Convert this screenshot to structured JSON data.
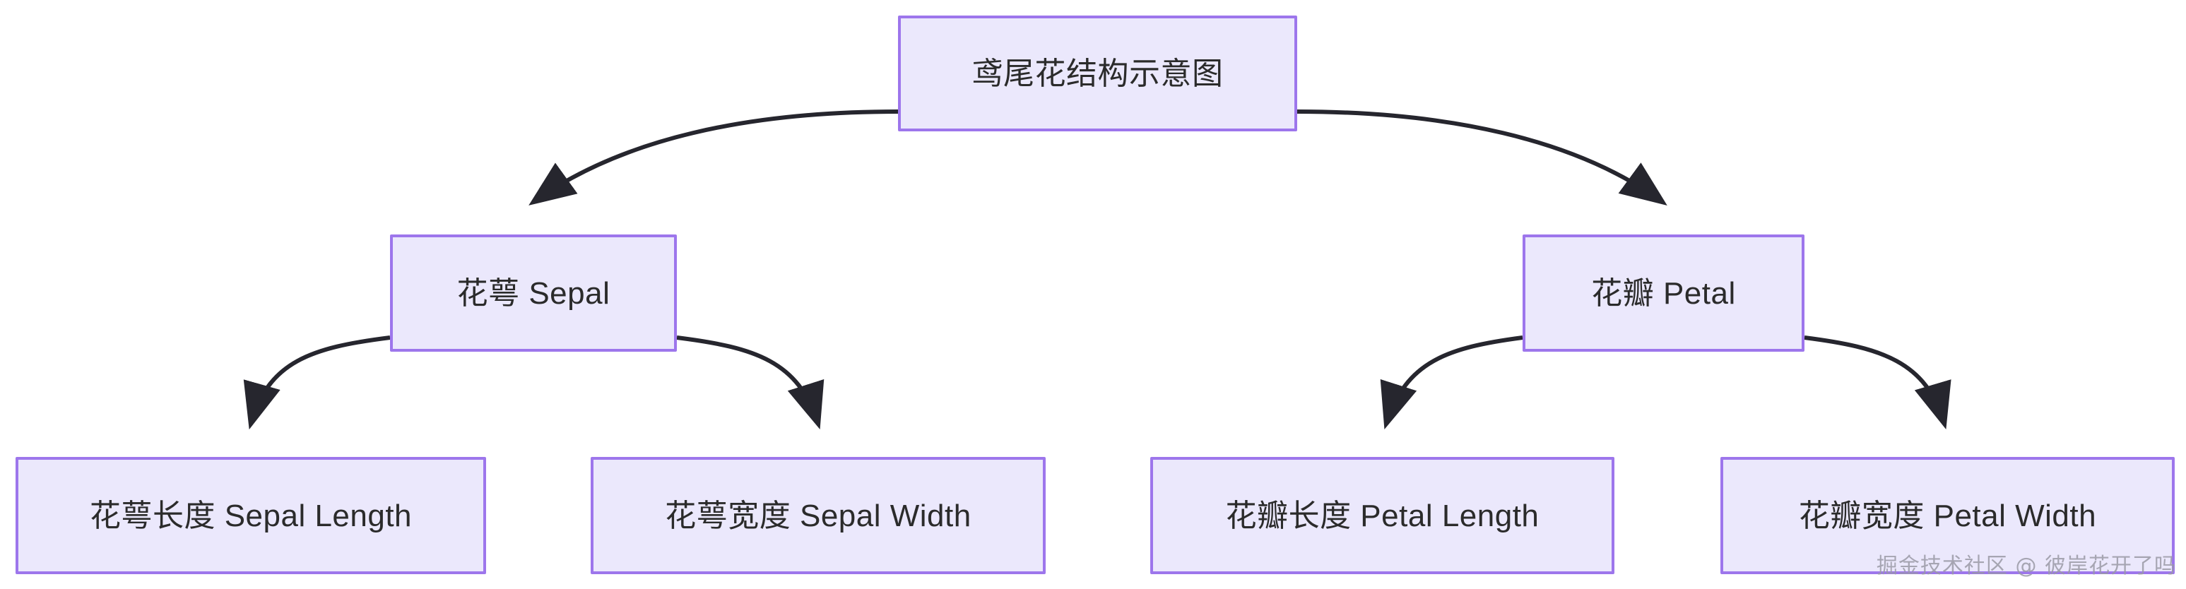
{
  "diagram": {
    "type": "flowchart",
    "direction": "top-down",
    "title_node_id": "root",
    "theme": {
      "node_fill": "#ebe8fc",
      "node_border": "#9d76ec",
      "node_text": "#2b2b2b",
      "edge_stroke": "#26262e",
      "background": "#ffffff"
    },
    "nodes": [
      {
        "id": "root",
        "label": "鸢尾花结构示意图",
        "level": 0
      },
      {
        "id": "sepal",
        "label": "花萼 Sepal",
        "level": 1
      },
      {
        "id": "petal",
        "label": "花瓣 Petal",
        "level": 1
      },
      {
        "id": "sepal-length",
        "label": "花萼长度 Sepal Length",
        "level": 2
      },
      {
        "id": "sepal-width",
        "label": "花萼宽度 Sepal Width",
        "level": 2
      },
      {
        "id": "petal-length",
        "label": "花瓣长度 Petal Length",
        "level": 2
      },
      {
        "id": "petal-width",
        "label": "花瓣宽度 Petal Width",
        "level": 2
      }
    ],
    "edges": [
      {
        "from": "root",
        "to": "sepal",
        "arrow": "end"
      },
      {
        "from": "root",
        "to": "petal",
        "arrow": "end"
      },
      {
        "from": "sepal",
        "to": "sepal-length",
        "arrow": "end"
      },
      {
        "from": "sepal",
        "to": "sepal-width",
        "arrow": "end"
      },
      {
        "from": "petal",
        "to": "petal-length",
        "arrow": "end"
      },
      {
        "from": "petal",
        "to": "petal-width",
        "arrow": "end"
      }
    ]
  },
  "watermark": {
    "text": "掘金技术社区 @ 彼岸花开了吗"
  }
}
